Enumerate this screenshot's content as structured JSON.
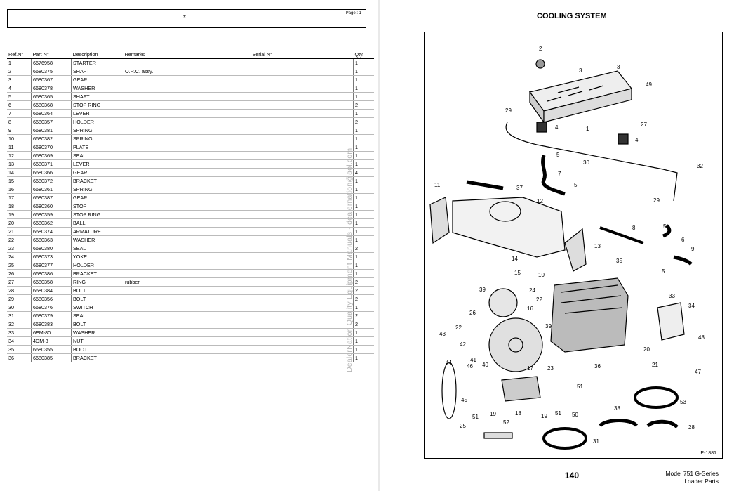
{
  "left": {
    "page_label": "Page : 1",
    "header_mark": "*",
    "columns": [
      "Ref.N°",
      "Part N°",
      "Description",
      "Remarks",
      "Serial N°",
      "Qty."
    ],
    "rows": [
      [
        "1",
        "6676958",
        "STARTER",
        "",
        "",
        "1"
      ],
      [
        "2",
        "6680375",
        "SHAFT",
        "O.R.C. assy.",
        "",
        "1"
      ],
      [
        "3",
        "6680367",
        "GEAR",
        "",
        "",
        "1"
      ],
      [
        "4",
        "6680378",
        "WASHER",
        "",
        "",
        "1"
      ],
      [
        "5",
        "6680365",
        "SHAFT",
        "",
        "",
        "1"
      ],
      [
        "6",
        "6680368",
        "STOP RING",
        "",
        "",
        "2"
      ],
      [
        "7",
        "6680364",
        "LEVER",
        "",
        "",
        "1"
      ],
      [
        "8",
        "6680357",
        "HOLDER",
        "",
        "",
        "2"
      ],
      [
        "9",
        "6680381",
        "SPRING",
        "",
        "",
        "1"
      ],
      [
        "10",
        "6680382",
        "SPRING",
        "",
        "",
        "1"
      ],
      [
        "11",
        "6680370",
        "PLATE",
        "",
        "",
        "1"
      ],
      [
        "12",
        "6680369",
        "SEAL",
        "",
        "",
        "1"
      ],
      [
        "13",
        "6680371",
        "LEVER",
        "",
        "",
        "1"
      ],
      [
        "14",
        "6680366",
        "GEAR",
        "",
        "",
        "4"
      ],
      [
        "15",
        "6680372",
        "BRACKET",
        "",
        "",
        "1"
      ],
      [
        "16",
        "6680361",
        "SPRING",
        "",
        "",
        "1"
      ],
      [
        "17",
        "6680387",
        "GEAR",
        "",
        "",
        "1"
      ],
      [
        "18",
        "6680360",
        "STOP",
        "",
        "",
        "1"
      ],
      [
        "19",
        "6680359",
        "STOP RING",
        "",
        "",
        "1"
      ],
      [
        "20",
        "6680362",
        "BALL",
        "",
        "",
        "1"
      ],
      [
        "21",
        "6680374",
        "ARMATURE",
        "",
        "",
        "1"
      ],
      [
        "22",
        "6680363",
        "WASHER",
        "",
        "",
        "1"
      ],
      [
        "23",
        "6680380",
        "SEAL",
        "",
        "",
        "2"
      ],
      [
        "24",
        "6680373",
        "YOKE",
        "",
        "",
        "1"
      ],
      [
        "25",
        "6680377",
        "HOLDER",
        "",
        "",
        "1"
      ],
      [
        "26",
        "6680386",
        "BRACKET",
        "",
        "",
        "1"
      ],
      [
        "27",
        "6680358",
        "RING",
        "rubber",
        "",
        "2"
      ],
      [
        "28",
        "6680384",
        "BOLT",
        "",
        "",
        "2"
      ],
      [
        "29",
        "6680356",
        "BOLT",
        "",
        "",
        "2"
      ],
      [
        "30",
        "6680376",
        "SWITCH",
        "",
        "",
        "1"
      ],
      [
        "31",
        "6680379",
        "SEAL",
        "",
        "",
        "2"
      ],
      [
        "32",
        "6680383",
        "BOLT",
        "",
        "",
        "2"
      ],
      [
        "33",
        "6EM-80",
        "WASHER",
        "",
        "",
        "1"
      ],
      [
        "34",
        "4DM-8",
        "NUT",
        "",
        "",
        "1"
      ],
      [
        "35",
        "6680355",
        "BOOT",
        "",
        "",
        "1"
      ],
      [
        "36",
        "6680385",
        "BRACKET",
        "",
        "",
        "1"
      ]
    ]
  },
  "watermark": "DealerNation Quality Equipment Manuals - dealernation@aol.com",
  "right": {
    "title": "COOLING SYSTEM",
    "diagram_code": "E-1881",
    "page_number": "140",
    "model_line1": "Model 751 G-Series",
    "model_line2": "Loader Parts",
    "callouts": [
      "1",
      "2",
      "3",
      "3",
      "4",
      "4",
      "5",
      "5",
      "5",
      "5",
      "6",
      "7",
      "8",
      "9",
      "10",
      "11",
      "12",
      "13",
      "14",
      "15",
      "16",
      "17",
      "18",
      "19",
      "19",
      "20",
      "21",
      "22",
      "22",
      "23",
      "24",
      "25",
      "26",
      "27",
      "28",
      "29",
      "29",
      "30",
      "31",
      "32",
      "33",
      "34",
      "35",
      "36",
      "37",
      "38",
      "39",
      "39",
      "40",
      "41",
      "42",
      "43",
      "44",
      "45",
      "46",
      "47",
      "48",
      "49",
      "50",
      "51",
      "51",
      "51",
      "52",
      "53"
    ]
  }
}
